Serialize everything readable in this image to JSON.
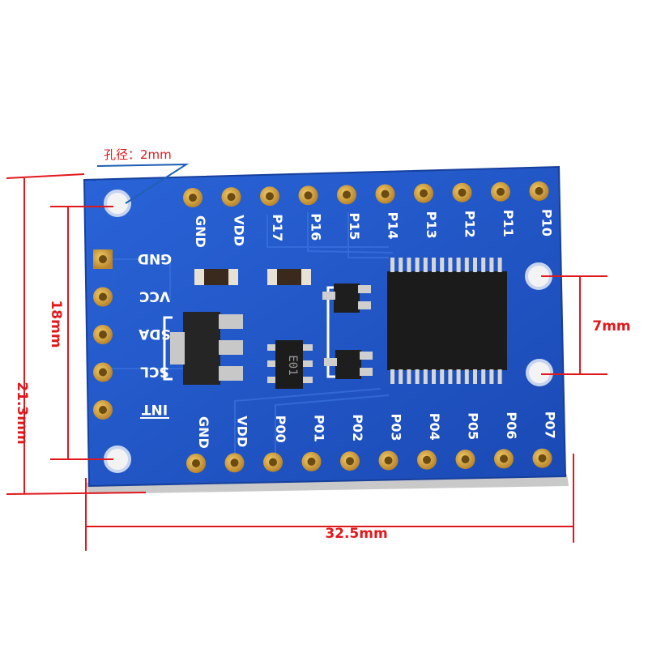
{
  "dimensions": {
    "hole_note": "孔径：2mm",
    "height_total": "21.3mm",
    "height_holes": "18mm",
    "width_total": "32.5mm",
    "hole_spacing_right": "7mm"
  },
  "board": {
    "color": "#1f55c9",
    "silk_color": "#ffffff",
    "pad_color": "#d9a441",
    "dim_color": "#e0181c",
    "top_pins": [
      "GND",
      "VDD",
      "P17",
      "P16",
      "P15",
      "P14",
      "P13",
      "P12",
      "P11",
      "P10"
    ],
    "bottom_pins": [
      "GND",
      "VDD",
      "P00",
      "P01",
      "P02",
      "P03",
      "P04",
      "P05",
      "P06",
      "P07"
    ],
    "left_pins": [
      "GND",
      "VCC",
      "SDA",
      "SCL",
      "INT"
    ],
    "regulator_marking": "E01"
  }
}
